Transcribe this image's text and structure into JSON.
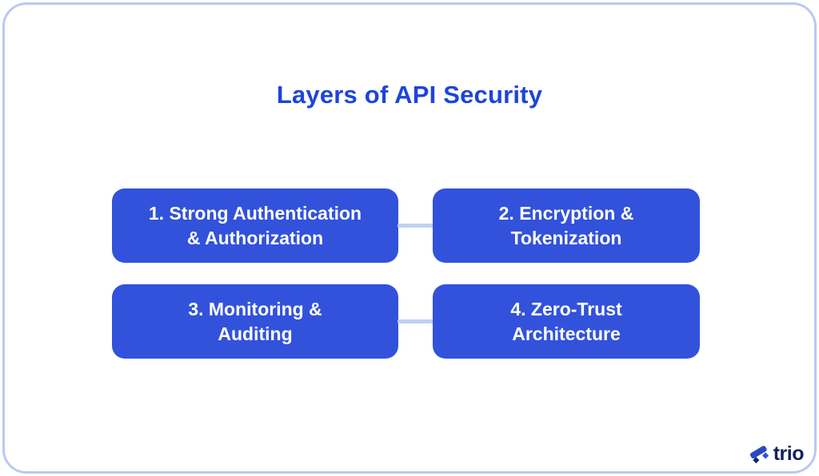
{
  "frame": {
    "border_color": "#b9c9f0"
  },
  "title": {
    "text": "Layers of API Security",
    "color": "#1c45d9"
  },
  "diagram": {
    "box_fill": "#3252db",
    "box_text_color": "#ffffff",
    "connector_color": "#bdd2f1",
    "boxes": [
      {
        "label": "1. Strong Authentication\n& Authorization"
      },
      {
        "label": "2. Encryption &\nTokenization"
      },
      {
        "label": "3. Monitoring &\nAuditing"
      },
      {
        "label": "4. Zero-Trust\nArchitecture"
      }
    ]
  },
  "branding": {
    "logo_text": "trio",
    "logo_text_color": "#13205e",
    "logo_icon": "trio-spark-icon",
    "icon_colors": {
      "bar": "#2a49be",
      "diamond_left": "#17286e",
      "diamond_right": "#2e55d8"
    }
  }
}
